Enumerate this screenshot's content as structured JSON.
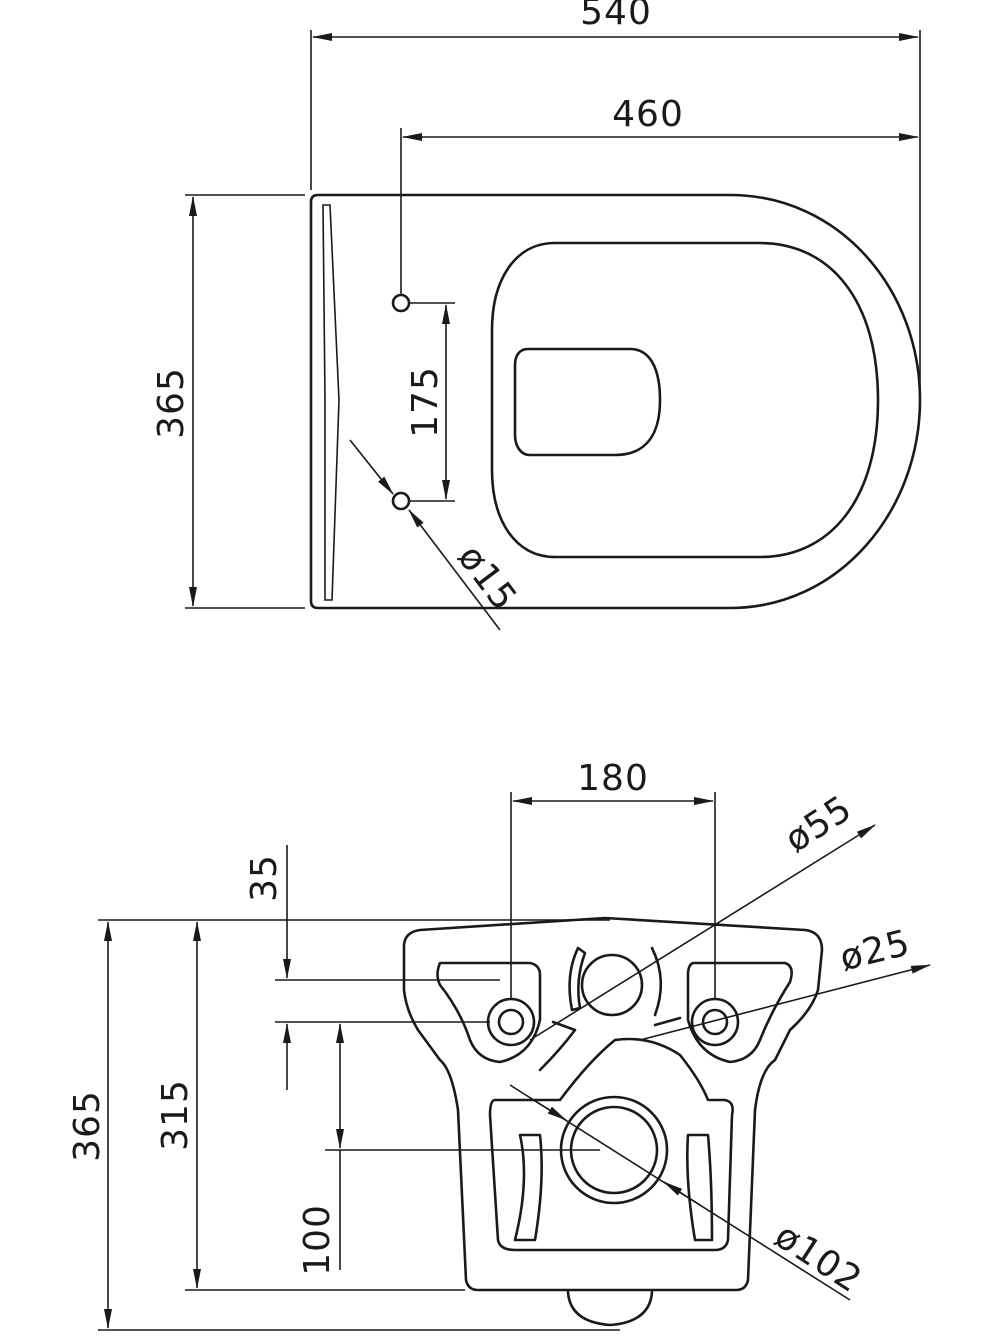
{
  "top_view": {
    "dim_total_length": "540",
    "dim_fixing_to_front": "460",
    "dim_width": "365",
    "dim_fixing_spacing": "175",
    "dim_fixing_hole": "ø15"
  },
  "rear_view": {
    "dim_bolt_spacing": "180",
    "dim_inlet_dia": "ø55",
    "dim_bolt_dia": "ø25",
    "dim_inlet_offset": "35",
    "dim_total_height": "365",
    "dim_body_height": "315",
    "dim_outlet_height": "100",
    "dim_outlet_dia": "ø102"
  }
}
